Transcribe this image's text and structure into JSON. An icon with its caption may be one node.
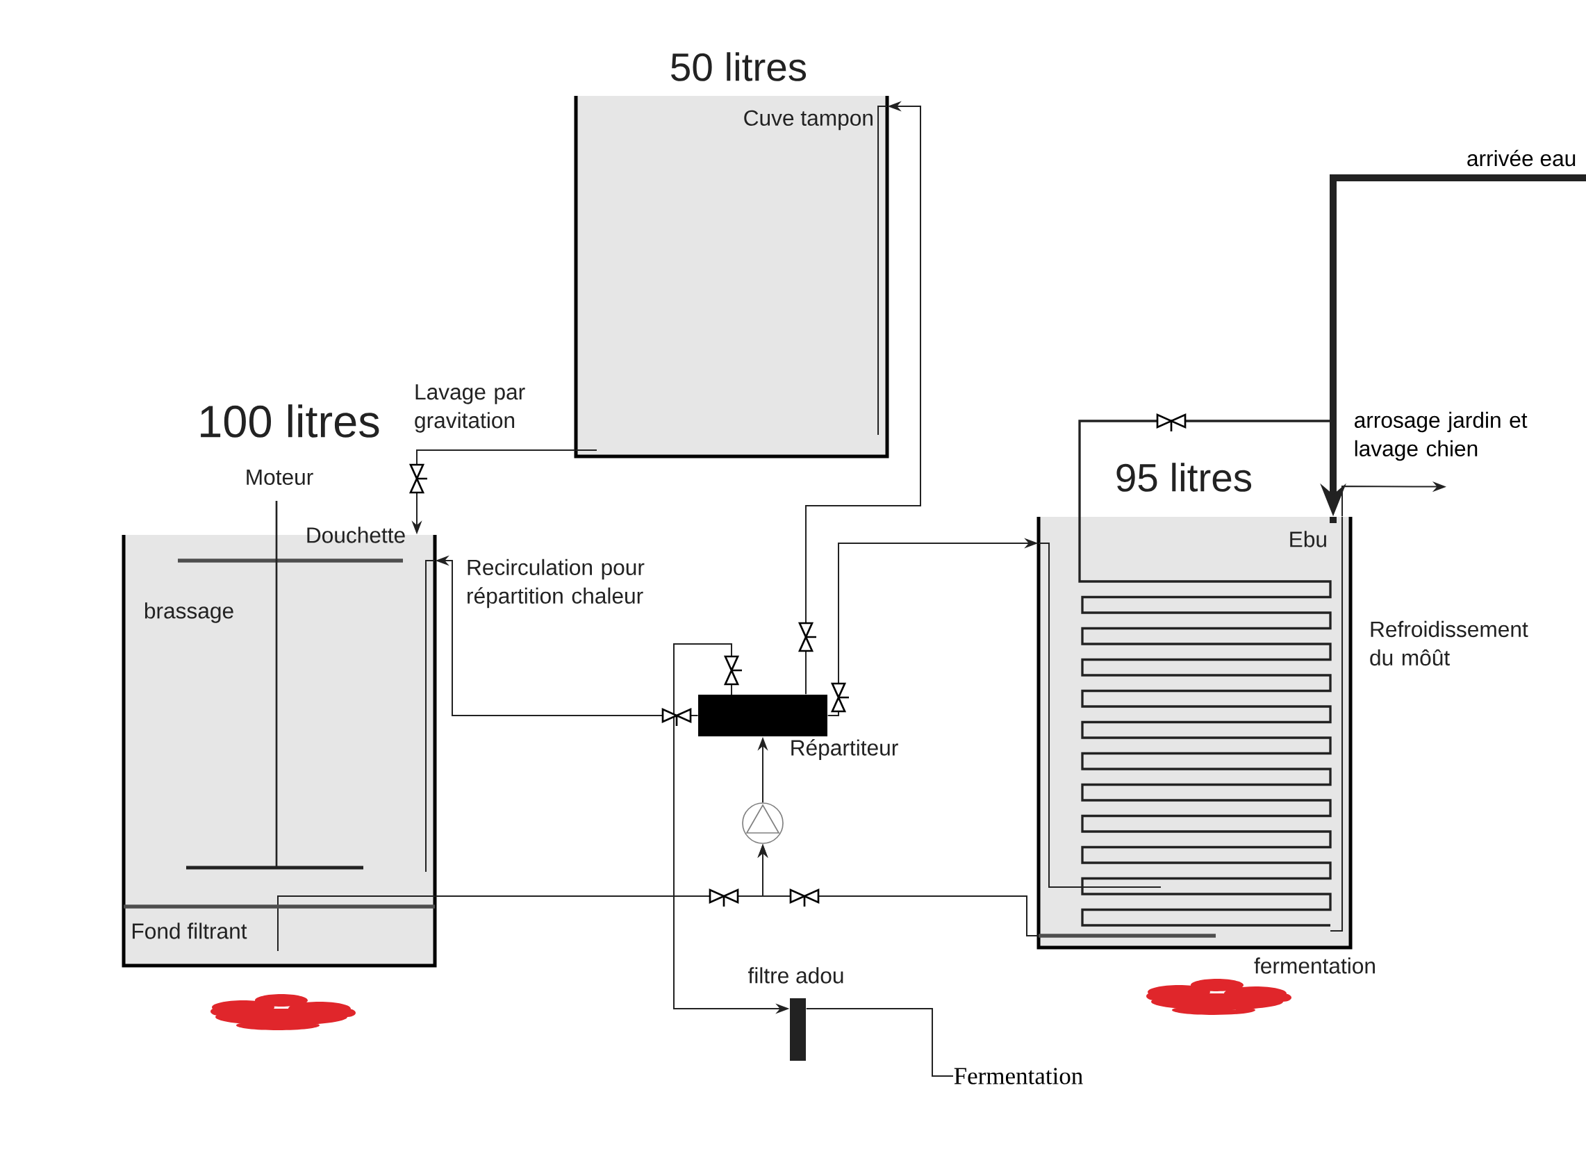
{
  "diagram": {
    "nodes": [
      {
        "text": [
          "50 litres",
          "Cuve tampon"
        ]
      },
      {
        "text": [
          "100 litres",
          "brassage"
        ]
      },
      {
        "text": [
          "95 litres",
          "Ebu"
        ]
      },
      {
        "text": [
          "Répartiteur"
        ]
      },
      {
        "text": [],
        "shape": "circle"
      },
      {
        "text": [
          "filtre adou"
        ]
      },
      {
        "text": [
          "Fermentation"
        ]
      },
      {
        "text": [
          "arrivée eau"
        ]
      },
      {
        "text": [
          "arrosage jardin et lavage chien"
        ]
      }
    ],
    "edges": [
      {
        "from": 0,
        "to": 1,
        "arrow": "to",
        "label": "Lavage par gravitation"
      },
      {
        "from": 3,
        "to": 1,
        "arrow": "to",
        "label": "Recirculation pour répartition chaleur"
      },
      {
        "from": 3,
        "to": 0,
        "arrow": "to"
      },
      {
        "from": 3,
        "to": 2,
        "arrow": "to"
      },
      {
        "from": 1,
        "to": 4,
        "arrow": "to"
      },
      {
        "from": 2,
        "to": 4,
        "arrow": "to"
      },
      {
        "from": 4,
        "to": 3,
        "arrow": "to"
      },
      {
        "from": 3,
        "to": 5,
        "arrow": "to"
      },
      {
        "from": 5,
        "to": 6,
        "arrow": "none"
      },
      {
        "from": 7,
        "to": 2,
        "arrow": "to",
        "style": "thick"
      },
      {
        "from": 2,
        "to": 8,
        "arrow": "to"
      }
    ],
    "labels": [
      "Moteur",
      "Douchette",
      "Refroidissement du môût",
      "Fond filtrant",
      "fermentation"
    ]
  }
}
